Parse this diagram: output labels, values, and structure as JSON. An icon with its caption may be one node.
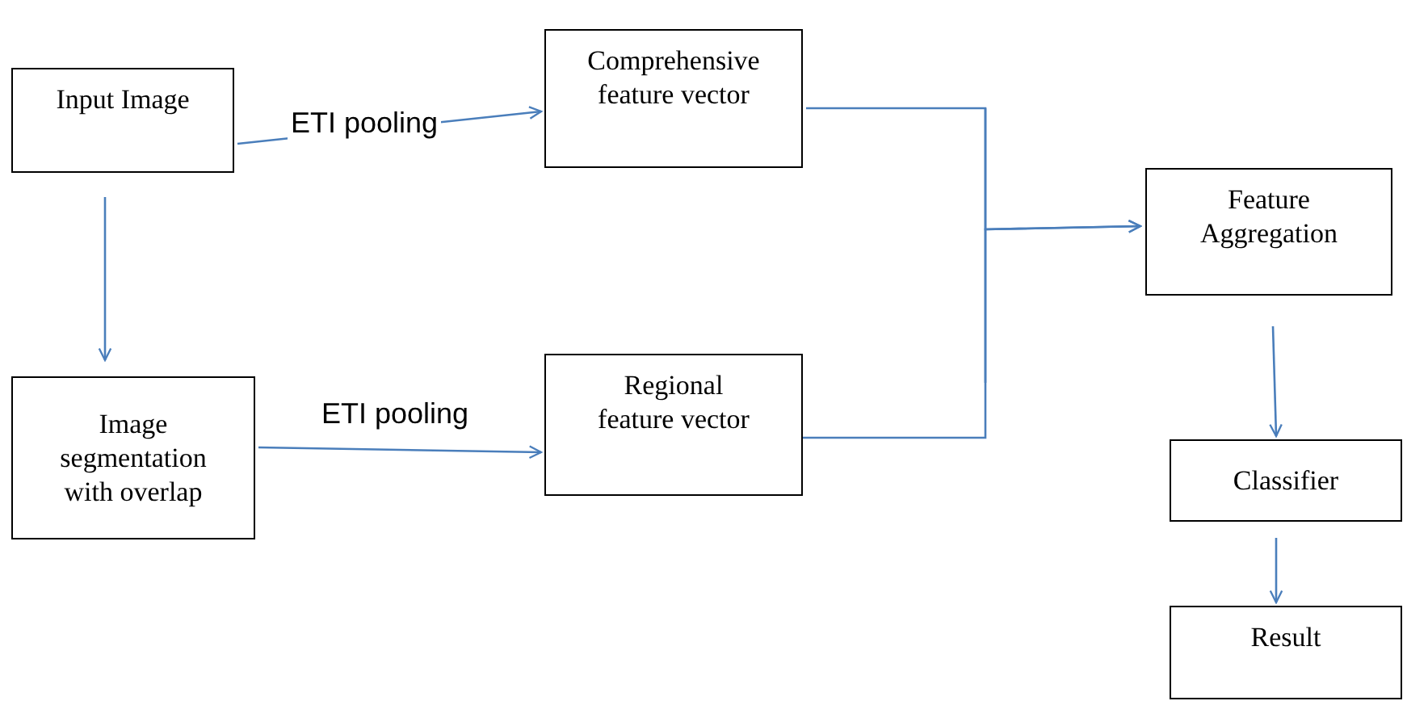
{
  "diagram": {
    "nodes": [
      {
        "text": [
          "Input Image"
        ]
      },
      {
        "text": [
          "Comprehensive feature vector"
        ]
      },
      {
        "text": [
          "Image segmentation with overlap"
        ]
      },
      {
        "text": [
          "Regional feature vector"
        ]
      },
      {
        "text": [
          "Feature Aggregation"
        ]
      },
      {
        "text": [
          "Classifier"
        ]
      },
      {
        "text": [
          "Result"
        ]
      }
    ],
    "edges": [
      {
        "from": 0,
        "to": 1,
        "arrow": "to",
        "label": "ETI pooling"
      },
      {
        "from": 0,
        "to": 2,
        "arrow": "to"
      },
      {
        "from": 2,
        "to": 3,
        "arrow": "to",
        "label": "ETI pooling"
      },
      {
        "from": 1,
        "to": 4,
        "arrow": "to"
      },
      {
        "from": 3,
        "to": 4,
        "arrow": "to"
      },
      {
        "from": 4,
        "to": 5,
        "arrow": "to"
      },
      {
        "from": 5,
        "to": 6,
        "arrow": "to"
      }
    ]
  }
}
